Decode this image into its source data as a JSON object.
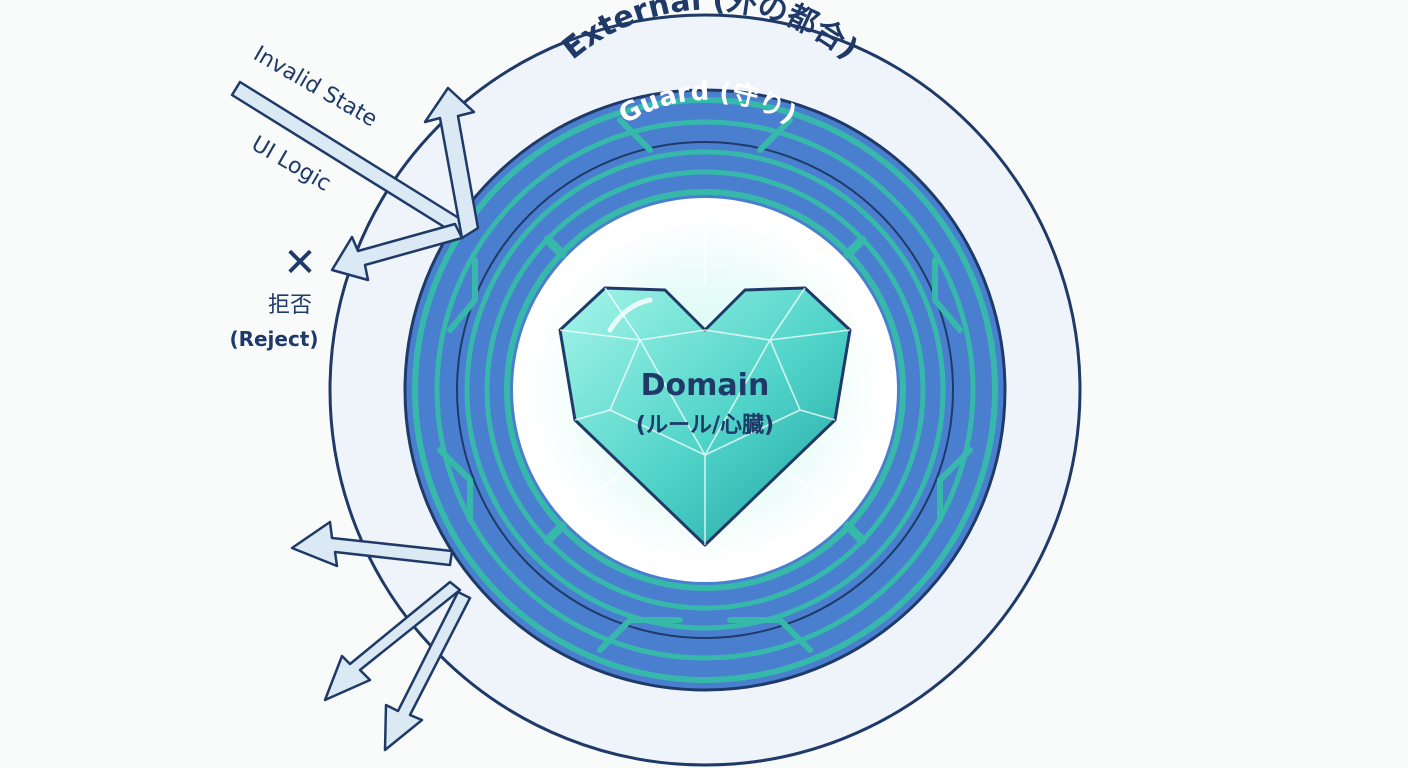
{
  "layers": {
    "external": {
      "label": "External (外の都合)"
    },
    "guard": {
      "label": "Guard (守り)"
    },
    "domain": {
      "title": "Domain",
      "subtitle": "(ルール/心臓)"
    }
  },
  "inputs": [
    {
      "label": "Invalid State"
    },
    {
      "label": "UI Logic"
    }
  ],
  "reject": {
    "mark": "✕",
    "label_ja": "拒否",
    "label_en": "(Reject)"
  },
  "colors": {
    "outer_ring_fill": "#eef4fa",
    "outline": "#1f3a68",
    "guard_blue": "#4a7fcf",
    "guard_teal": "#36b9aa",
    "inner_fill": "#ffffff",
    "gem_light": "#8ff0e2",
    "gem_mid": "#38c7c0",
    "gem_dark": "#1fa7a4",
    "arrow_fill": "#dbe9f5"
  }
}
